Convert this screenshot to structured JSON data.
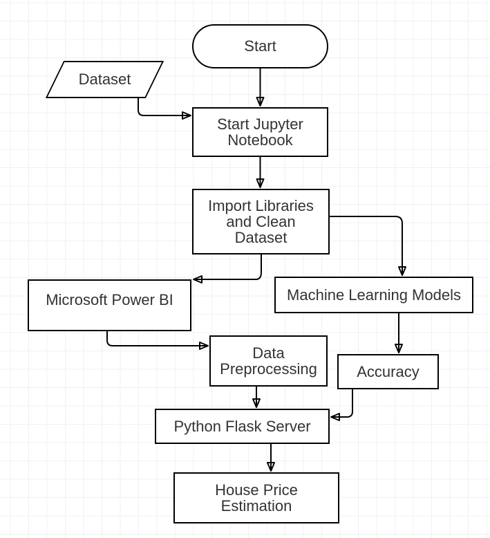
{
  "canvas": {
    "background_color": "#ffffff",
    "grid_line_color": "#f0f0f3",
    "shape_fill": "#ffffff",
    "shape_border_color": "#000000",
    "connector_color": "#000000",
    "text_color": "#333333"
  },
  "diagram": {
    "type": "flowchart",
    "nodes": {
      "start": {
        "shape": "terminator",
        "label": "Start"
      },
      "dataset": {
        "shape": "parallelogram",
        "label": "Dataset"
      },
      "jupyter": {
        "shape": "process",
        "label": "Start Jupyter\nNotebook"
      },
      "import_clean": {
        "shape": "process",
        "label": "Import Libraries\nand Clean\nDataset"
      },
      "power_bi": {
        "shape": "process",
        "label": "Microsoft Power BI"
      },
      "ml_models": {
        "shape": "process",
        "label": "Machine Learning Models"
      },
      "preprocessing": {
        "shape": "process",
        "label": "Data\nPreprocessing"
      },
      "accuracy": {
        "shape": "process",
        "label": "Accuracy"
      },
      "flask_server": {
        "shape": "process",
        "label": "Python Flask Server"
      },
      "estimation": {
        "shape": "process",
        "label": "House Price\nEstimation"
      }
    },
    "edges": [
      {
        "from": "start",
        "to": "jupyter",
        "style": "straight-down-arrow"
      },
      {
        "from": "dataset",
        "to": "jupyter",
        "style": "elbow-right-arrow"
      },
      {
        "from": "jupyter",
        "to": "import_clean",
        "style": "straight-down-arrow"
      },
      {
        "from": "import_clean",
        "to": "ml_models",
        "style": "elbow-down-arrow"
      },
      {
        "from": "import_clean",
        "to": "power_bi",
        "style": "elbow-left-arrow"
      },
      {
        "from": "power_bi",
        "to": "preprocessing",
        "style": "elbow-right-arrow"
      },
      {
        "from": "ml_models",
        "to": "accuracy",
        "style": "straight-down-arrow"
      },
      {
        "from": "preprocessing",
        "to": "flask_server",
        "style": "straight-down-arrow"
      },
      {
        "from": "accuracy",
        "to": "flask_server",
        "style": "elbow-left-arrow"
      },
      {
        "from": "flask_server",
        "to": "estimation",
        "style": "straight-down-arrow"
      }
    ]
  }
}
